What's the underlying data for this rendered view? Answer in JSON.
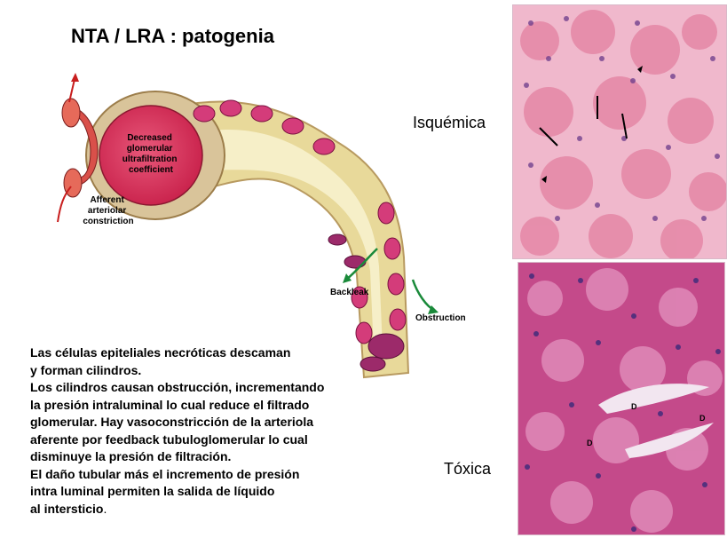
{
  "title": "NTA / LRA : patogenia",
  "diagram": {
    "glomerulus_label": [
      "Decreased",
      "glomerular",
      "ultrafiltration",
      "coefficient"
    ],
    "arteriole_label": [
      "Afferent",
      "arteriolar",
      "constriction"
    ],
    "backleak_label": "Backleak",
    "obstruction_label": "Obstruction"
  },
  "micrographs": {
    "ischemic_label": "Isquémica",
    "toxic_label": "Tóxica",
    "toxic_markers": [
      "D",
      "D",
      "D"
    ]
  },
  "description": {
    "lines": [
      "Las células epiteliales necróticas descaman",
      "y forman cilindros.",
      "Los cilindros causan obstrucción, incrementando",
      "la presión intraluminal lo cual reduce el filtrado",
      "glomerular. Hay vasoconstricción de la arteriola",
      "aferente por feedback tubuloglomerular lo cual",
      "disminuye la presión de filtración.",
      "El daño tubular más el incremento de presión",
      "intra luminal permiten la salida de líquido"
    ],
    "last_line": "al intersticio",
    "last_punct": "."
  }
}
